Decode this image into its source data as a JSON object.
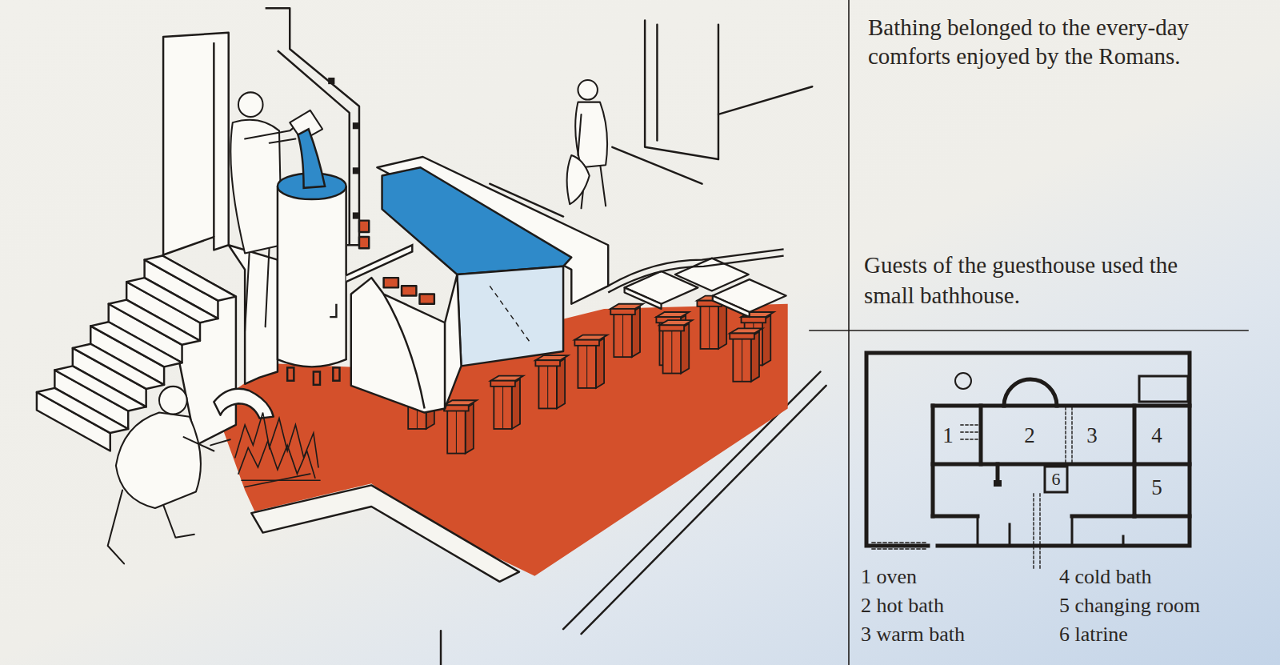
{
  "diagram": {
    "nodes": [
      {
        "text": [
          "1"
        ]
      },
      {
        "text": [
          "2"
        ]
      },
      {
        "text": [
          "3"
        ]
      },
      {
        "text": [
          "4"
        ]
      },
      {
        "text": [
          "6"
        ]
      },
      {
        "text": [
          "5"
        ]
      }
    ],
    "labels": [
      "Bathing belonged to the every-day comforts enjoyed by the Romans.",
      "Guests of the guesthouse used the small bathhouse.",
      "1 oven",
      "2 hot bath",
      "3 warm bath",
      "4 cold bath",
      "5 changing room",
      "6 latrine"
    ]
  }
}
